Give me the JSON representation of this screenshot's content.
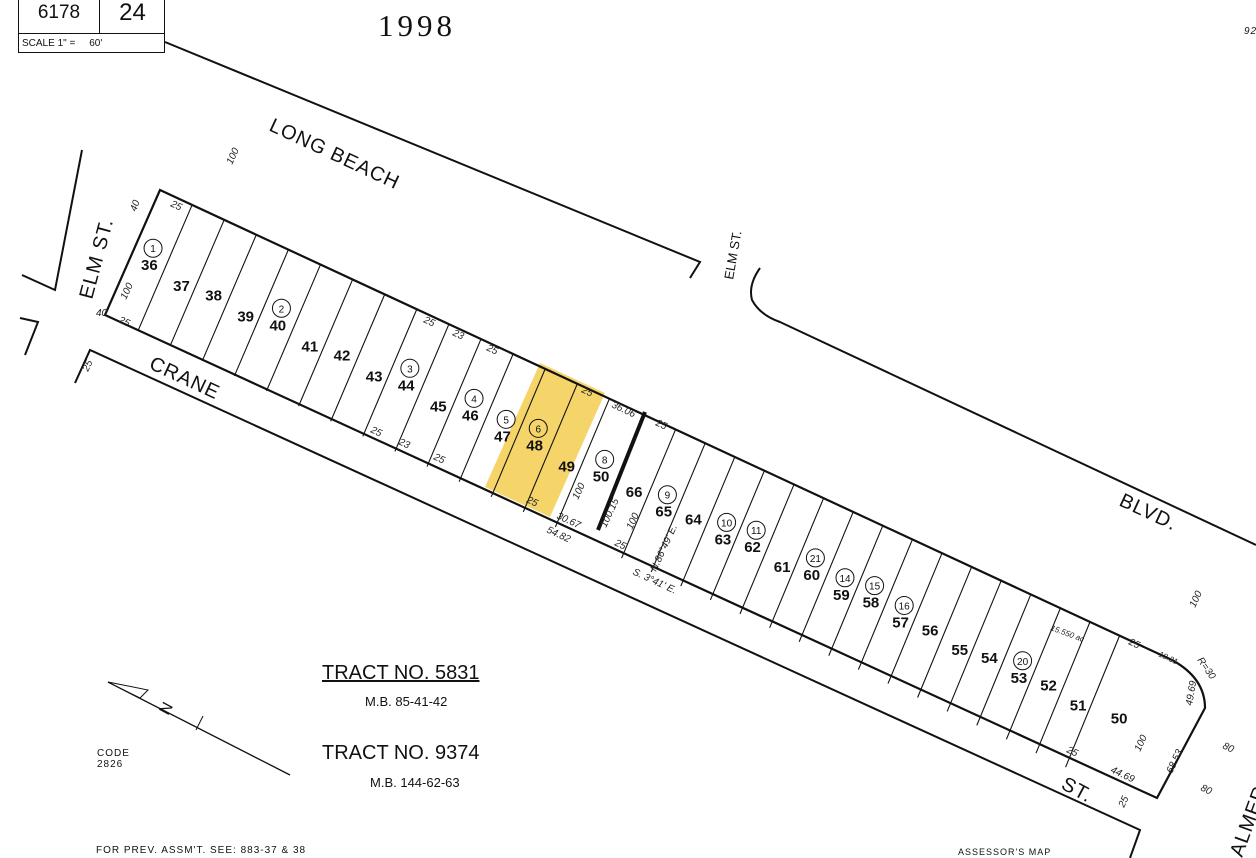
{
  "header": {
    "book": "6178",
    "page": "24",
    "scale_label": "SCALE 1\"  =",
    "scale_value": "60'"
  },
  "year": "1998",
  "streets": {
    "long_beach": "LONG BEACH",
    "blvd": "BLVD.",
    "elm_west": "ELM ST.",
    "elm_north": "ELM ST.",
    "crane": "CRANE",
    "st": "ST.",
    "palmer": "ALMER"
  },
  "highlight_color": "#F5D46A",
  "lots_west": [
    {
      "number": "36",
      "parcel": "1"
    },
    {
      "number": "37"
    },
    {
      "number": "38"
    },
    {
      "number": "39"
    },
    {
      "number": "40",
      "parcel": "2"
    },
    {
      "number": "41"
    },
    {
      "number": "42"
    },
    {
      "number": "43"
    },
    {
      "number": "44",
      "parcel": "3"
    },
    {
      "number": "45"
    },
    {
      "number": "46",
      "parcel": "4"
    },
    {
      "number": "47",
      "parcel": "5"
    },
    {
      "number": "48",
      "parcel": "6",
      "highlighted": true
    },
    {
      "number": "49",
      "highlighted": true
    },
    {
      "number": "50",
      "parcel": "8"
    }
  ],
  "lots_east": [
    {
      "number": "66"
    },
    {
      "number": "65",
      "parcel": "9"
    },
    {
      "number": "64"
    },
    {
      "number": "63",
      "parcel": "10"
    },
    {
      "number": "62",
      "parcel": "11"
    },
    {
      "number": "61"
    },
    {
      "number": "60",
      "parcel": "21"
    },
    {
      "number": "59",
      "parcel": "14"
    },
    {
      "number": "58",
      "parcel": "15"
    },
    {
      "number": "57",
      "parcel": "16"
    },
    {
      "number": "56"
    },
    {
      "number": "55"
    },
    {
      "number": "54"
    },
    {
      "number": "53",
      "parcel": "20"
    },
    {
      "number": "52"
    },
    {
      "number": "51"
    },
    {
      "number": "50"
    }
  ],
  "dimensions": {
    "d100_nw": "100",
    "d40a": "40",
    "d40b": "40",
    "d100_w": "100",
    "d25_nw": "25",
    "d25_sw": "25",
    "d25_crane": "25",
    "d25_a": "25",
    "d23a": "23",
    "d25_b": "25",
    "d25_c": "25",
    "d23b": "23",
    "d25_d": "25",
    "d25_hl_top": "25",
    "d25_hl_bot": "25",
    "d3606": "36.06",
    "d25_e": "25",
    "d100_a": "100",
    "d10015": "100.15",
    "d100_b": "100",
    "d3067": "30.67",
    "d5482": "54.82",
    "d25_f": "25",
    "bearing1": "S. 3°41' E.",
    "bearing2": "N.86°49' E.",
    "d100_e": "100",
    "d1550": "15.550 ac",
    "d25_g": "25",
    "d1831": "18.31",
    "r30": "R=30",
    "d4969": "49.69",
    "d100_f": "100",
    "d6853": "68.53",
    "d4469": "44.69",
    "d25_h": "25",
    "d80a": "80",
    "d80b": "80",
    "d25_st": "25"
  },
  "tracts": [
    {
      "label": "TRACT NO. 5831",
      "ref": "M.B. 85-41-42"
    },
    {
      "label": "TRACT NO. 9374",
      "ref": "M.B. 144-62-63"
    }
  ],
  "code": {
    "label": "CODE",
    "value": "2826"
  },
  "north_arrow": "N",
  "footer": {
    "prev_assmt": "FOR PREV. ASSM'T. SEE: 883-37 & 38",
    "assessor": "ASSESSOR'S MAP"
  },
  "corner_fragment": "92"
}
